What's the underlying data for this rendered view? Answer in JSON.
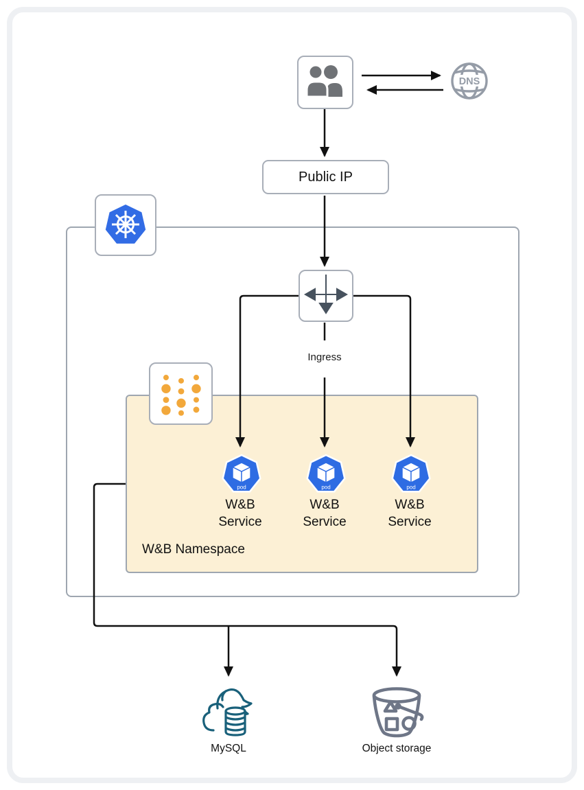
{
  "nodes": {
    "dns": {
      "label": "DNS"
    },
    "public_ip": {
      "label": "Public IP"
    },
    "ingress": {
      "label": "Ingress"
    },
    "namespace": {
      "label": "W&B Namespace"
    },
    "pods": [
      {
        "badge": "pod",
        "line1": "W&B",
        "line2": "Service"
      },
      {
        "badge": "pod",
        "line1": "W&B",
        "line2": "Service"
      },
      {
        "badge": "pod",
        "line1": "W&B",
        "line2": "Service"
      }
    ],
    "mysql": {
      "label": "MySQL"
    },
    "object_storage": {
      "label": "Object storage"
    }
  },
  "colors": {
    "kubernetes_blue": "#326CE5",
    "pod_blue": "#2E6CE3",
    "namespace_fill": "#FCF0D5",
    "wandb_orange": "#F2A83B",
    "mysql_teal": "#19607A",
    "storage_gray": "#6E7687",
    "border_gray": "#A8AEB8",
    "line_black": "#111111"
  }
}
